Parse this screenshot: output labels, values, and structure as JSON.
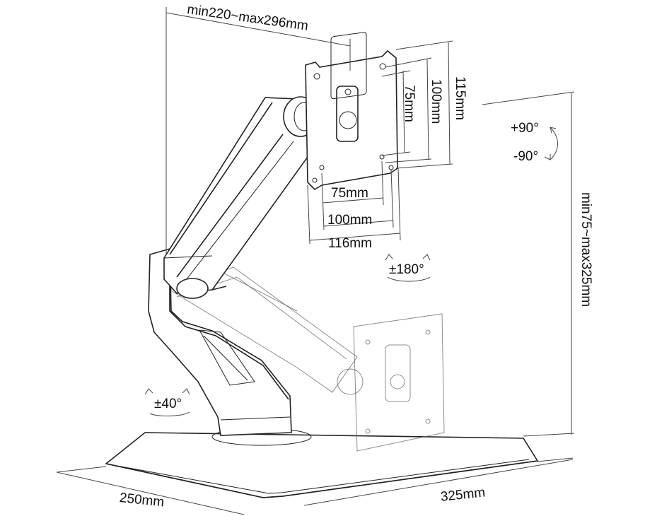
{
  "dimensions": {
    "arm_reach": "min220~max296mm",
    "vesa_height_75": "75mm",
    "vesa_height_100": "100mm",
    "plate_height": "115mm",
    "vesa_width_75": "75mm",
    "vesa_width_100": "100mm",
    "plate_width": "116mm",
    "height_range": "min75~max325mm",
    "base_depth": "250mm",
    "base_width": "325mm"
  },
  "rotations": {
    "tilt_up": "+90°",
    "tilt_down": "-90°",
    "swivel": "±180°",
    "pole_swivel": "±40°"
  }
}
